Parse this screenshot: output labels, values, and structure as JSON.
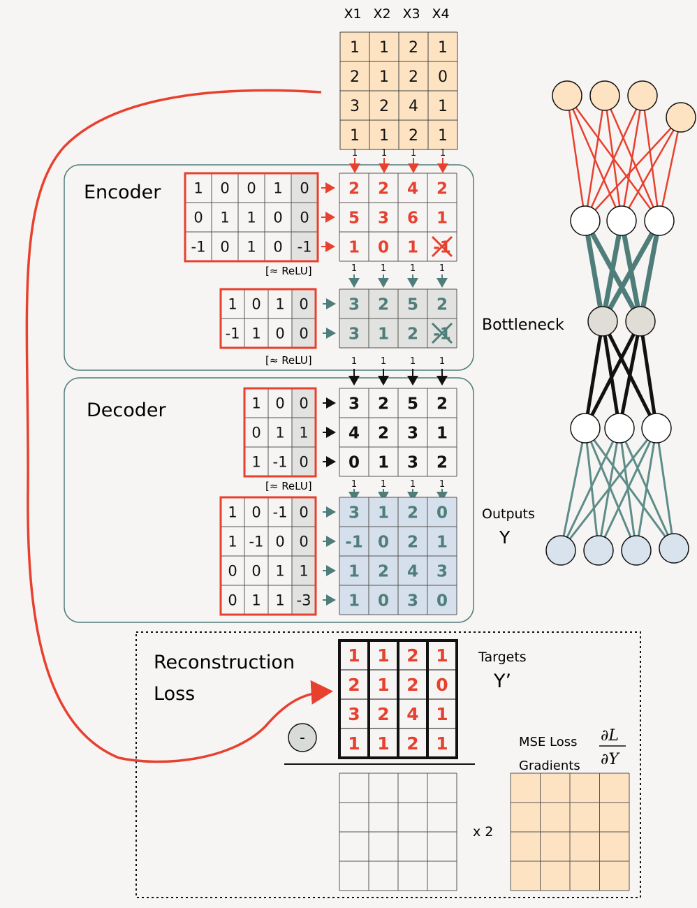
{
  "inputs": {
    "labels": [
      "X1",
      "X2",
      "X3",
      "X4"
    ],
    "matrix": [
      [
        1,
        1,
        2,
        1
      ],
      [
        2,
        1,
        2,
        0
      ],
      [
        3,
        2,
        4,
        1
      ],
      [
        1,
        1,
        2,
        1
      ]
    ],
    "bias_row": [
      "1",
      "1",
      "1",
      "1"
    ]
  },
  "encoder": {
    "title": "Encoder",
    "w1": [
      [
        "1",
        "0",
        "0",
        "1",
        "0"
      ],
      [
        "0",
        "1",
        "1",
        "0",
        "0"
      ],
      [
        "-1",
        "0",
        "1",
        "0",
        "-1"
      ]
    ],
    "h1": [
      [
        "2",
        "2",
        "4",
        "2"
      ],
      [
        "5",
        "3",
        "6",
        "1"
      ],
      [
        "1",
        "0",
        "1",
        "-1"
      ]
    ],
    "relu_label": "[≈ ReLU]",
    "bias_row": [
      "1",
      "1",
      "1",
      "1"
    ],
    "w2": [
      [
        "1",
        "0",
        "1",
        "0"
      ],
      [
        "-1",
        "1",
        "0",
        "0"
      ]
    ],
    "h2": [
      [
        "3",
        "2",
        "5",
        "2"
      ],
      [
        "3",
        "1",
        "2",
        "-1"
      ]
    ]
  },
  "bottleneck_label": "Bottleneck",
  "decoder": {
    "title": "Decoder",
    "bias_row": [
      "1",
      "1",
      "1",
      "1"
    ],
    "w3": [
      [
        "1",
        "0",
        "0"
      ],
      [
        "0",
        "1",
        "1"
      ],
      [
        "1",
        "-1",
        "0"
      ]
    ],
    "h3": [
      [
        "3",
        "2",
        "5",
        "2"
      ],
      [
        "4",
        "2",
        "3",
        "1"
      ],
      [
        "0",
        "1",
        "3",
        "2"
      ]
    ],
    "relu_label": "[≈ ReLU]",
    "bias_row2": [
      "1",
      "1",
      "1",
      "1"
    ],
    "w4": [
      [
        "1",
        "0",
        "-1",
        "0"
      ],
      [
        "1",
        "-1",
        "0",
        "0"
      ],
      [
        "0",
        "0",
        "1",
        "1"
      ],
      [
        "0",
        "1",
        "1",
        "-3"
      ]
    ],
    "outputs": [
      [
        "3",
        "1",
        "2",
        "0"
      ],
      [
        "-1",
        "0",
        "2",
        "1"
      ],
      [
        "1",
        "2",
        "4",
        "3"
      ],
      [
        "1",
        "0",
        "3",
        "0"
      ]
    ]
  },
  "outputs_label": "Outputs",
  "outputs_symbol": "Y",
  "loss": {
    "title_line1": "Reconstruction",
    "title_line2": "Loss",
    "targets_label": "Targets",
    "targets_symbol": "Y’",
    "targets": [
      [
        "1",
        "1",
        "2",
        "1"
      ],
      [
        "2",
        "1",
        "2",
        "0"
      ],
      [
        "3",
        "2",
        "4",
        "1"
      ],
      [
        "1",
        "1",
        "2",
        "1"
      ]
    ],
    "minus_symbol": "-",
    "times_label": "x 2",
    "mse_line1": "MSE Loss",
    "mse_line2": "Gradients",
    "deriv_num": "∂L",
    "deriv_den": "∂Y"
  },
  "colors": {
    "red": "#e8402e",
    "teal": "#4e7d7a",
    "peach": "#fde3c2",
    "gray_cell": "#e2e2e0",
    "blue_cell": "#d5e0ec",
    "node_gray": "#e0ddd6",
    "node_blue": "#d8e3ee"
  }
}
